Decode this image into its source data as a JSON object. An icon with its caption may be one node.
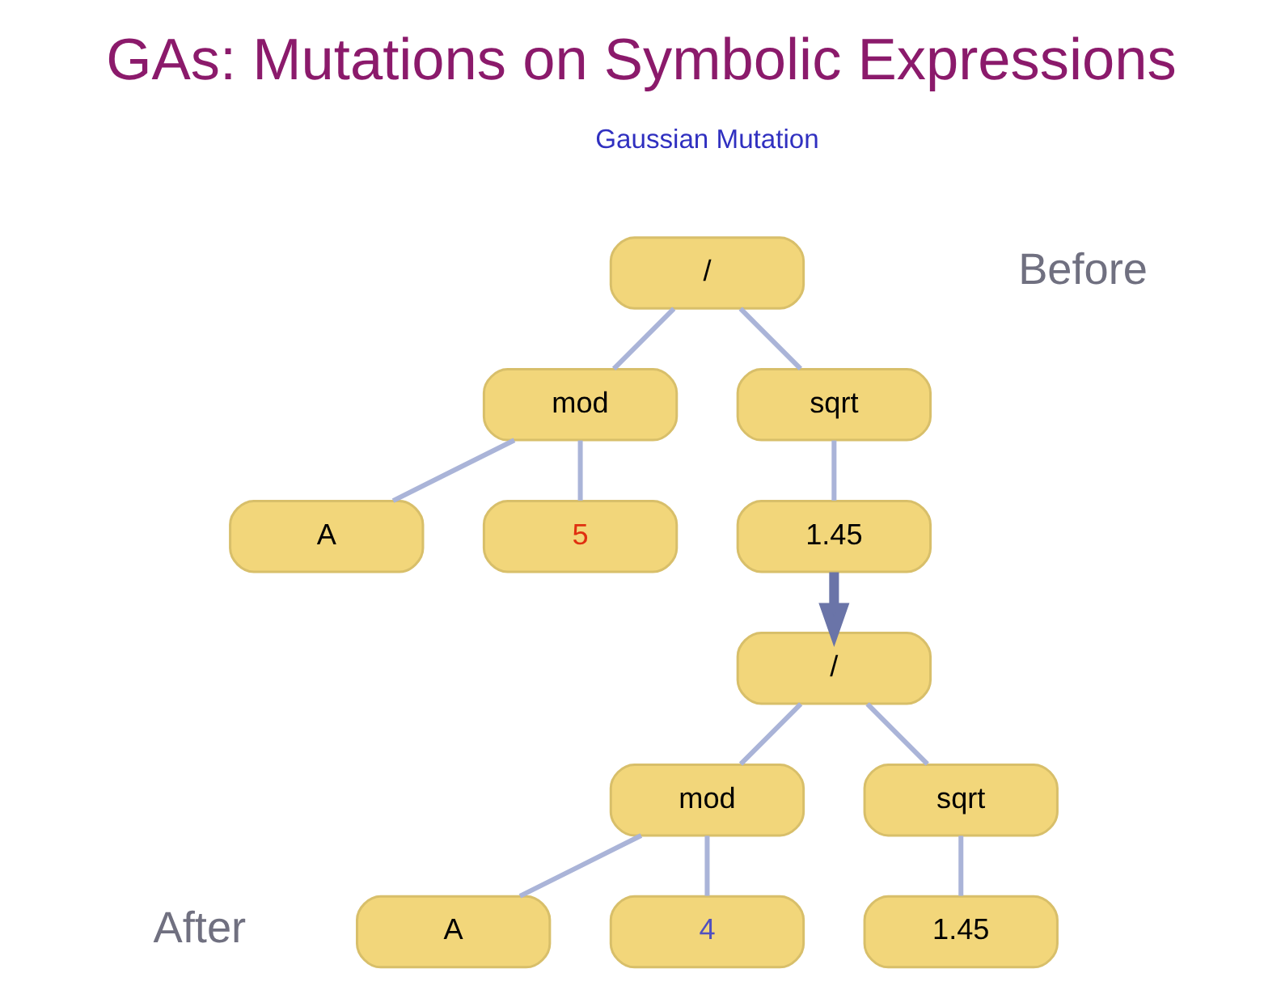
{
  "diagram": {
    "title": "GAs: Mutations on Symbolic Expressions",
    "nodes": [
      {
        "text": [
          "/"
        ]
      },
      {
        "text": [
          "mod"
        ]
      },
      {
        "text": [
          "sqrt"
        ]
      },
      {
        "text": [
          "A"
        ]
      },
      {
        "text": [
          "5"
        ]
      },
      {
        "text": [
          "1.45"
        ]
      },
      {
        "text": [
          "/"
        ]
      },
      {
        "text": [
          "mod"
        ]
      },
      {
        "text": [
          "sqrt"
        ]
      },
      {
        "text": [
          "A"
        ]
      },
      {
        "text": [
          "4"
        ]
      },
      {
        "text": [
          "1.45"
        ]
      }
    ],
    "edges": [
      {
        "from": 0,
        "to": 1,
        "arrow": "none"
      },
      {
        "from": 0,
        "to": 2,
        "arrow": "none"
      },
      {
        "from": 1,
        "to": 3,
        "arrow": "none"
      },
      {
        "from": 1,
        "to": 4,
        "arrow": "none"
      },
      {
        "from": 2,
        "to": 5,
        "arrow": "none"
      },
      {
        "from": 5,
        "to": 6,
        "arrow": "to",
        "style": "thick",
        "color": "#6a74a8"
      },
      {
        "from": 6,
        "to": 7,
        "arrow": "none"
      },
      {
        "from": 6,
        "to": 8,
        "arrow": "none"
      },
      {
        "from": 7,
        "to": 9,
        "arrow": "none"
      },
      {
        "from": 7,
        "to": 10,
        "arrow": "none"
      },
      {
        "from": 8,
        "to": 11,
        "arrow": "none"
      }
    ],
    "labels": [
      "Gaussian Mutation",
      "Before",
      "After"
    ]
  }
}
